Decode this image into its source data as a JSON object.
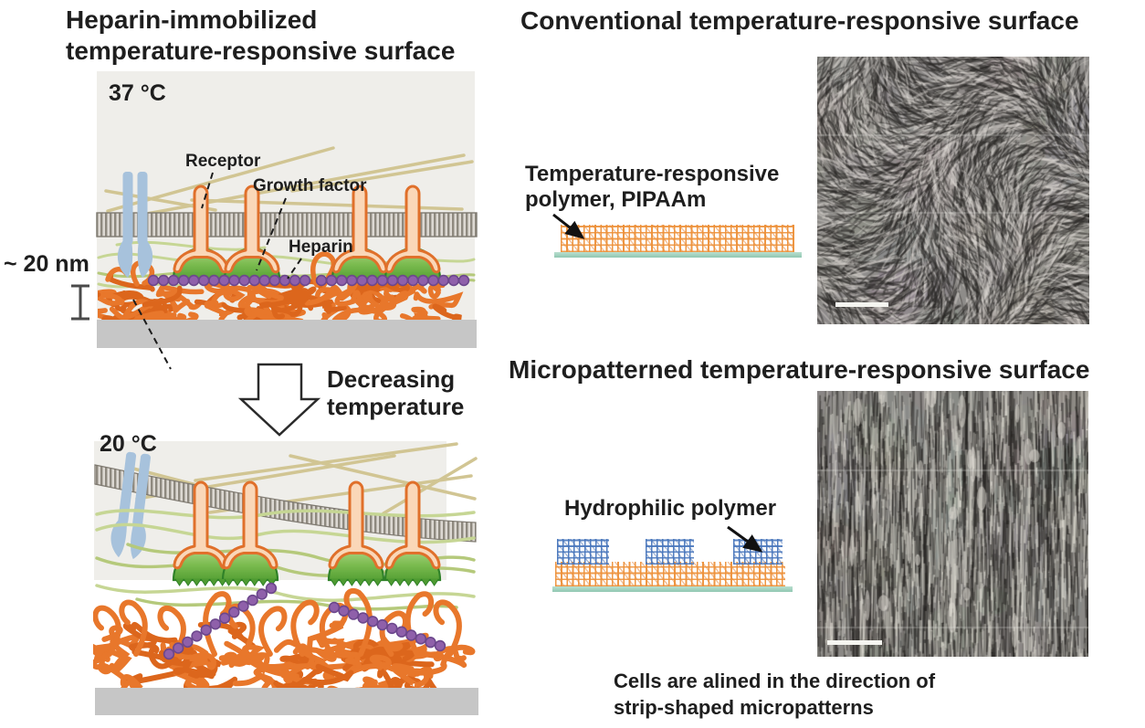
{
  "figure": {
    "left_panel": {
      "title": "Heparin-immobilized\ntemperature-responsive surface",
      "state_top": {
        "temperature_label": "37 °C"
      },
      "state_bottom": {
        "temperature_label": "20 °C"
      },
      "thickness_label": "~ 20 nm",
      "transition_label": "Decreasing\ntemperature",
      "annotations": {
        "receptor": "Receptor",
        "growth_factor": "Growth factor",
        "heparin": "Heparin"
      }
    },
    "right_panel": {
      "conventional": {
        "title": "Conventional temperature-responsive surface",
        "polymer_label": "Temperature-responsive\npolymer, PIPAAm"
      },
      "micropatterned": {
        "title": "Micropatterned temperature-responsive surface",
        "polymer_label": "Hydrophilic polymer",
        "caption": "Cells are alined in the direction of\nstrip-shaped micropatterns"
      }
    },
    "colors": {
      "pipaam_orange": "#E8772B",
      "hydrophilic_blue": "#4876BC",
      "heparin_purple": "#8F60AA",
      "growth_factor_green": "#7CBC50",
      "receptor_peach": "#FAD7B8",
      "receptor_outline": "#E0702B",
      "membrane_gray": "#8E897F",
      "substrate_gray": "#C6C6C6",
      "culture_surface_teal": "#9ED0BD",
      "panel_background": "#EFEEEA"
    }
  }
}
